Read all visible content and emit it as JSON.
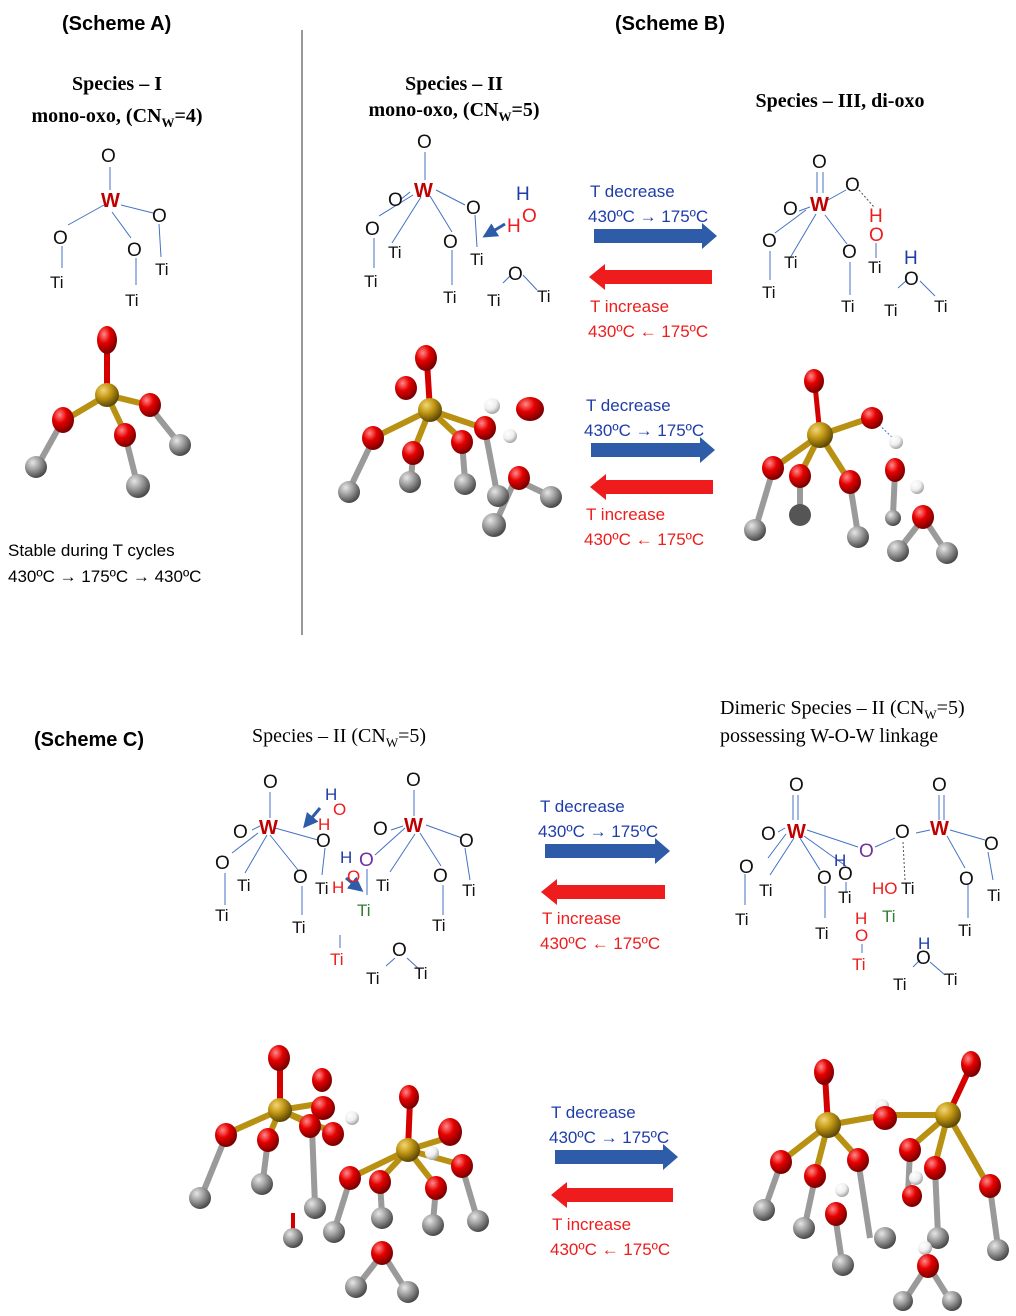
{
  "colors": {
    "tungsten_label": "#c00000",
    "hydrogen_label": "#1f3da8",
    "water_oxygen_label": "#ee1c1c",
    "bridging_oxygen": "#7030a0",
    "titanium_green": "#2e7d32",
    "decrease_arrow": "#2e5ca8",
    "increase_arrow": "#ee1c1c",
    "sphere_oxygen": "#e60000",
    "sphere_tungsten": "#c49a14",
    "sphere_titanium": "#9a9a9a",
    "sphere_hydrogen": "#f0f0f0"
  },
  "scheme_a": {
    "title": "(Scheme A)",
    "species_line1": "Species – I",
    "species_line2_prefix": "mono-oxo, (CN",
    "species_sub": "W",
    "species_line2_suffix": "=4)",
    "note_line1": "Stable during  T cycles",
    "note_line2": "430ºC → 175ºC → 430ºC"
  },
  "scheme_b": {
    "title": "(Scheme B)",
    "species2_line1": "Species – II",
    "species2_line2_prefix": "mono-oxo, (CN",
    "species2_sub": "W",
    "species2_line2_suffix": "=5)",
    "species3_title": "Species – III, di-oxo",
    "decrease_label": "T decrease",
    "decrease_temp": "430ºC → 175ºC",
    "increase_label": "T increase",
    "increase_temp": "430ºC ← 175ºC"
  },
  "scheme_c": {
    "title": "(Scheme C)",
    "species_left_prefix": "Species  – II (CN",
    "species_left_sub": "W",
    "species_left_suffix": "=5)",
    "species_right_line1_prefix": "Dimeric Species – II (CN",
    "species_right_sub": "W",
    "species_right_line1_suffix": "=5)",
    "species_right_line2": "possessing W-O-W linkage",
    "decrease_label": "T decrease",
    "decrease_temp": "430ºC → 175ºC",
    "increase_label": "T increase",
    "increase_temp": "430ºC ← 175ºC"
  },
  "atoms": {
    "O": "O",
    "W": "W",
    "Ti": "Ti",
    "H": "H",
    "HO": "HO"
  }
}
